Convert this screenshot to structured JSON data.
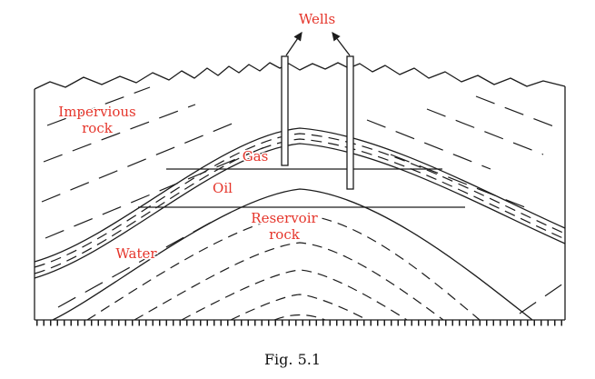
{
  "figure": {
    "caption": "Fig. 5.1",
    "labels": {
      "wells": "Wells",
      "impervious_rock_line1": "Impervious",
      "impervious_rock_line2": "rock",
      "gas": "Gas",
      "oil": "Oil",
      "water": "Water",
      "reservoir_rock_line1": "Reservoir",
      "reservoir_rock_line2": "rock"
    },
    "colors": {
      "label": "#e5352b",
      "line": "#1c1c1c",
      "background": "#ffffff"
    }
  }
}
